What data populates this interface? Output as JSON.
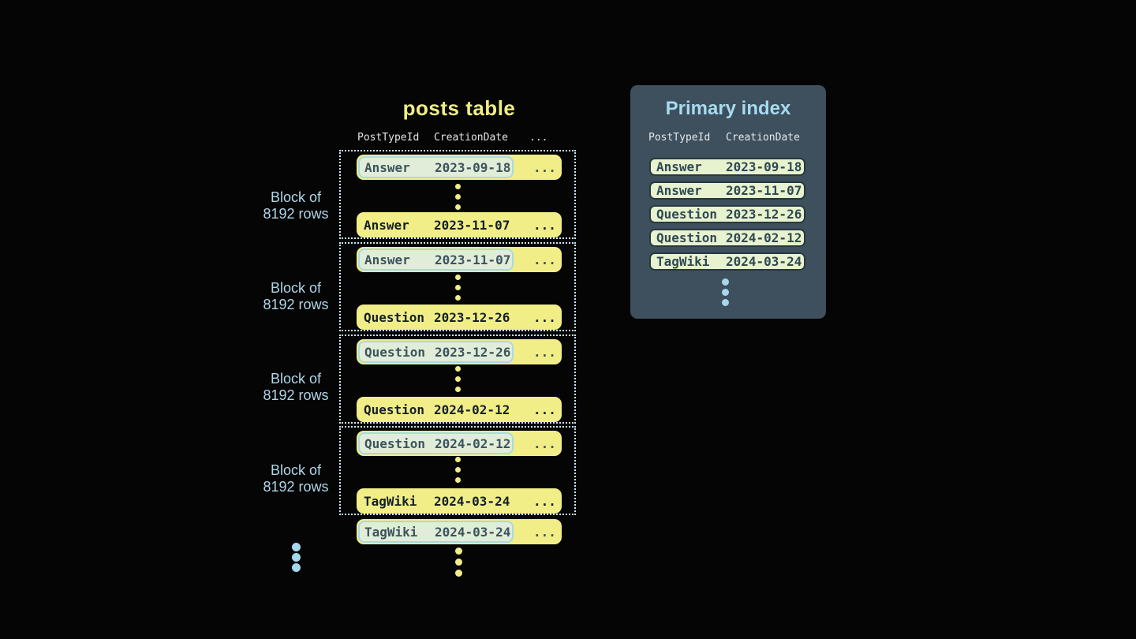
{
  "colors": {
    "background": "#050505",
    "title_yellow": "#F0ED83",
    "row_yellow": "#F1EE88",
    "row_text": "#141F26",
    "highlight_fill": "#E1EDD8",
    "highlight_border": "#A9D8E8",
    "highlight_text": "#3C545E",
    "block_border": "#C9E9F5",
    "header_text": "#E4E4E4",
    "label_blue": "#AFD6E8",
    "panel_background": "#3E4F5D",
    "panel_title": "#A7DBEF",
    "panel_header_text": "#E3E9EC",
    "panel_row_fill": "#E7F2CE",
    "panel_row_border": "#273842",
    "panel_row_text": "#2F4854",
    "dot_blue": "#A5D8EC"
  },
  "posts_table": {
    "title": "posts table",
    "columns": [
      "PostTypeId",
      "CreationDate",
      "..."
    ],
    "row_ellipsis": "...",
    "blocks": [
      {
        "label": [
          "Block of",
          "8192 rows"
        ],
        "first_row": {
          "post_type": "Answer",
          "creation_date": "2023-09-18"
        },
        "last_row": {
          "post_type": "Answer",
          "creation_date": "2023-11-07"
        }
      },
      {
        "label": [
          "Block of",
          "8192 rows"
        ],
        "first_row": {
          "post_type": "Answer",
          "creation_date": "2023-11-07"
        },
        "last_row": {
          "post_type": "Question",
          "creation_date": "2023-12-26"
        }
      },
      {
        "label": [
          "Block of",
          "8192 rows"
        ],
        "first_row": {
          "post_type": "Question",
          "creation_date": "2023-12-26"
        },
        "last_row": {
          "post_type": "Question",
          "creation_date": "2024-02-12"
        }
      },
      {
        "label": [
          "Block of",
          "8192 rows"
        ],
        "first_row": {
          "post_type": "Question",
          "creation_date": "2024-02-12"
        },
        "last_row": {
          "post_type": "TagWiki",
          "creation_date": "2024-03-24"
        }
      }
    ],
    "next_block_first_row": {
      "post_type": "TagWiki",
      "creation_date": "2024-03-24"
    }
  },
  "primary_index": {
    "title": "Primary index",
    "columns": [
      "PostTypeId",
      "CreationDate"
    ],
    "rows": [
      {
        "post_type": "Answer",
        "creation_date": "2023-09-18"
      },
      {
        "post_type": "Answer",
        "creation_date": "2023-11-07"
      },
      {
        "post_type": "Question",
        "creation_date": "2023-12-26"
      },
      {
        "post_type": "Question",
        "creation_date": "2024-02-12"
      },
      {
        "post_type": "TagWiki",
        "creation_date": "2024-03-24"
      }
    ]
  }
}
